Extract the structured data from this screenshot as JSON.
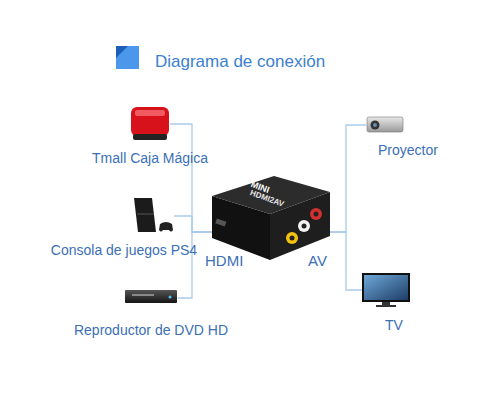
{
  "diagram": {
    "title": "Diagrama de conexión",
    "nodes": [
      {
        "text": [
          "Tmall Caja Mágica"
        ]
      },
      {
        "text": [
          "Consola de juegos PS4"
        ]
      },
      {
        "text": [
          "Reproductor de DVD HD"
        ]
      },
      {
        "text": [
          "MINI",
          "HDMI2AV"
        ]
      },
      {
        "text": [
          "Proyector"
        ]
      },
      {
        "text": [
          "TV"
        ]
      }
    ],
    "edges": [
      {
        "from": 0,
        "to": 3,
        "arrow": "none"
      },
      {
        "from": 1,
        "to": 3,
        "arrow": "none"
      },
      {
        "from": 2,
        "to": 3,
        "arrow": "none"
      },
      {
        "from": 3,
        "to": 4,
        "arrow": "none"
      },
      {
        "from": 3,
        "to": 5,
        "arrow": "none"
      }
    ],
    "labels": [
      "HDMI",
      "AV"
    ]
  }
}
